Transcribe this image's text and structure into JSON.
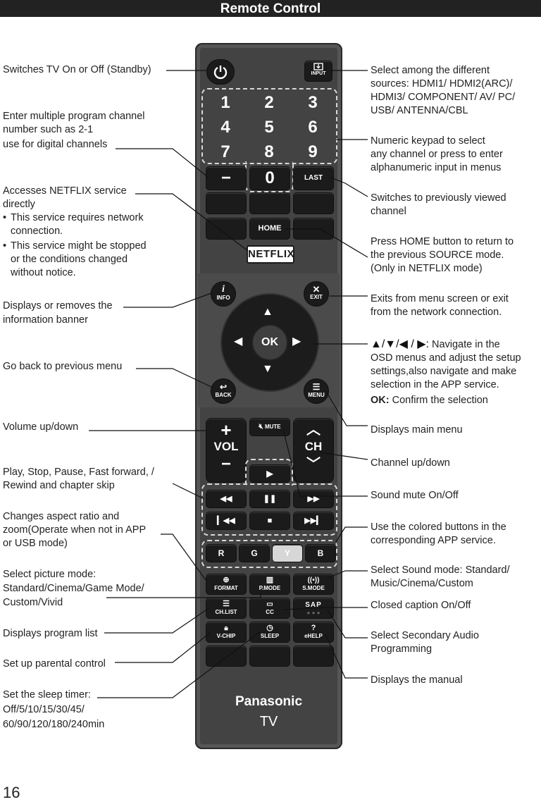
{
  "header": {
    "title": "Remote Control"
  },
  "page_number": "16",
  "left_labels": {
    "power": "Switches TV On or Off (Standby)",
    "dash_1": "Enter multiple program channel",
    "dash_2": "number such as 2-1",
    "dash_3": "use for digital channels",
    "netflix_1": "Accesses NETFLIX service",
    "netflix_2": "directly",
    "netflix_b1_1": "This service requires network",
    "netflix_b1_2": "connection.",
    "netflix_b2_1": "This service might be stopped",
    "netflix_b2_2": "or the conditions changed",
    "netflix_b2_3": "without notice.",
    "info_1": "Displays or removes the",
    "info_2": "information banner",
    "back": "Go back to previous menu",
    "volume": "Volume up/down",
    "play_1": "Play, Stop, Pause, Fast forward, /",
    "play_2": "Rewind and chapter skip",
    "format_1": "Changes aspect ratio and",
    "format_2": "zoom(Operate when not in APP",
    "format_3": "or USB mode)",
    "pmode_1": "Select picture mode:",
    "pmode_2": "Standard/Cinema/Game Mode/",
    "pmode_3": "Custom/Vivid",
    "chlist": "Displays program list",
    "vchip": "Set up parental control",
    "sleep_1": "Set the sleep timer:",
    "sleep_2": "Off/5/10/15/30/45/",
    "sleep_3": "60/90/120/180/240min"
  },
  "right_labels": {
    "input_1": "Select among the different",
    "input_2": "sources: HDMI1/ HDMI2(ARC)/",
    "input_3": "HDMI3/ COMPONENT/ AV/ PC/",
    "input_4": "USB/ ANTENNA/CBL",
    "numeric_1": "Numeric keypad to select",
    "numeric_2": "any channel or press to enter",
    "numeric_3": "alphanumeric input in menus",
    "last_1": "Switches to previously viewed",
    "last_2": "channel",
    "home_1": "Press HOME button to return to",
    "home_2": "the previous SOURCE mode.",
    "home_3": "(Only in NETFLIX mode)",
    "exit_1": "Exits from menu screen or exit",
    "exit_2": "from the network connection.",
    "nav_symbols": "▲/▼/◀ / ▶:",
    "nav_1": "Navigate in the",
    "nav_2": "OSD menus and adjust the setup",
    "nav_3": "settings,also navigate and make",
    "nav_4": "selection in the APP service.",
    "ok_key": "OK:",
    "ok_desc": "Confirm the selection",
    "menu": "Displays main menu",
    "channel": "Channel up/down",
    "mute": "Sound mute On/Off",
    "colored_1": "Use the colored buttons in the",
    "colored_2": "corresponding APP service.",
    "smode_1": "Select Sound mode: Standard/",
    "smode_2": "Music/Cinema/Custom",
    "cc": "Closed caption On/Off",
    "sap_1": "Select Secondary Audio",
    "sap_2": "Programming",
    "help": "Displays the manual"
  },
  "remote": {
    "input": "INPUT",
    "digits": [
      "1",
      "2",
      "3",
      "4",
      "5",
      "6",
      "7",
      "8",
      "9"
    ],
    "dash": "−",
    "zero": "0",
    "last": "LAST",
    "home": "HOME",
    "netflix": "NETFLIX",
    "info": "INFO",
    "exit": "EXIT",
    "ok": "OK",
    "back": "BACK",
    "menu": "MENU",
    "vol": "VOL",
    "ch": "CH",
    "mute": "MUTE",
    "color_buttons": [
      "R",
      "G",
      "Y",
      "B"
    ],
    "format": "FORMAT",
    "pmode": "P.MODE",
    "smode": "S.MODE",
    "chlist": "CH.LIST",
    "cc": "CC",
    "sap": "SAP",
    "vchip": "V-CHIP",
    "sleep": "SLEEP",
    "help": "eHELP",
    "brand": "Panasonic",
    "model": "TV"
  },
  "colors": {
    "header_bg": "#222222",
    "remote_body": "#434344",
    "button": "#1b1b1b",
    "y_button": "#d7d7d7"
  }
}
